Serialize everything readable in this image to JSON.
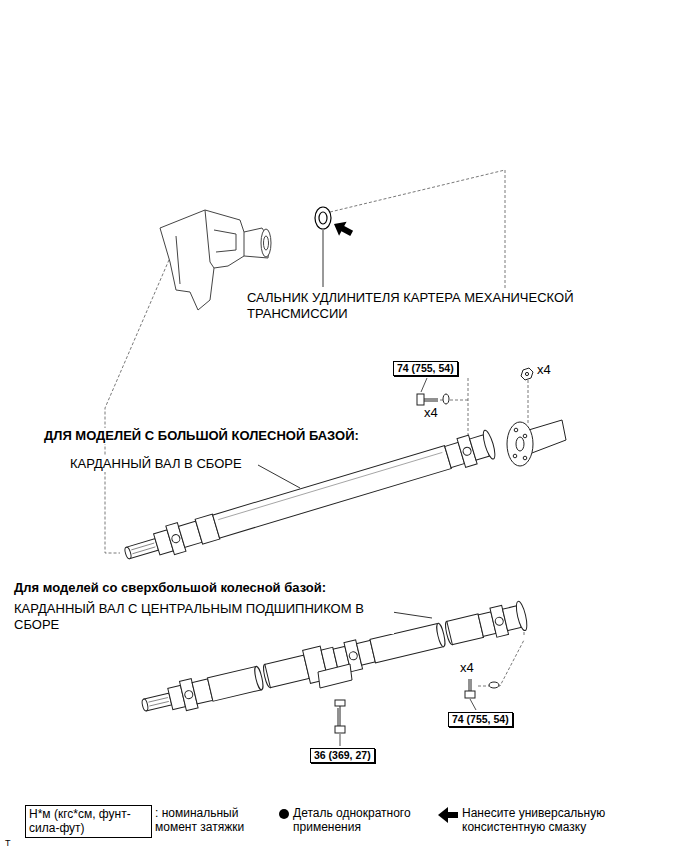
{
  "diagram": {
    "nodes": [
      {
        "text": [
          "74 (755, 54)"
        ]
      },
      {
        "text": [
          "74 (755, 54)"
        ]
      },
      {
        "text": [
          "36 (369, 27)"
        ]
      }
    ],
    "labels": [
      "САЛЬНИК УДЛИНИТЕЛЯ КАРТЕРА МЕХАНИЧЕСКОЙ ТРАНСМИССИИ",
      "x4",
      "x4",
      "ДЛЯ МОДЕЛЕЙ С БОЛЬШОЙ КОЛЕСНОЙ БАЗОЙ:",
      "КАРДАННЫЙ ВАЛ В СБОРЕ",
      "Для моделей со сверхбольшой колесной базой:",
      "КАРДАННЫЙ ВАЛ С ЦЕНТРАЛЬНЫМ ПОДШИПНИКОМ В СБОРЕ",
      "x4",
      "Н*м (кгс*см, фунт-сила-фут)",
      "T"
    ],
    "legend": [
      {
        "text": ": номинальный момент затяжки"
      },
      {
        "text": "Деталь однократного применения"
      },
      {
        "text": "Нанесите универсальную консистентную смазку"
      }
    ]
  }
}
